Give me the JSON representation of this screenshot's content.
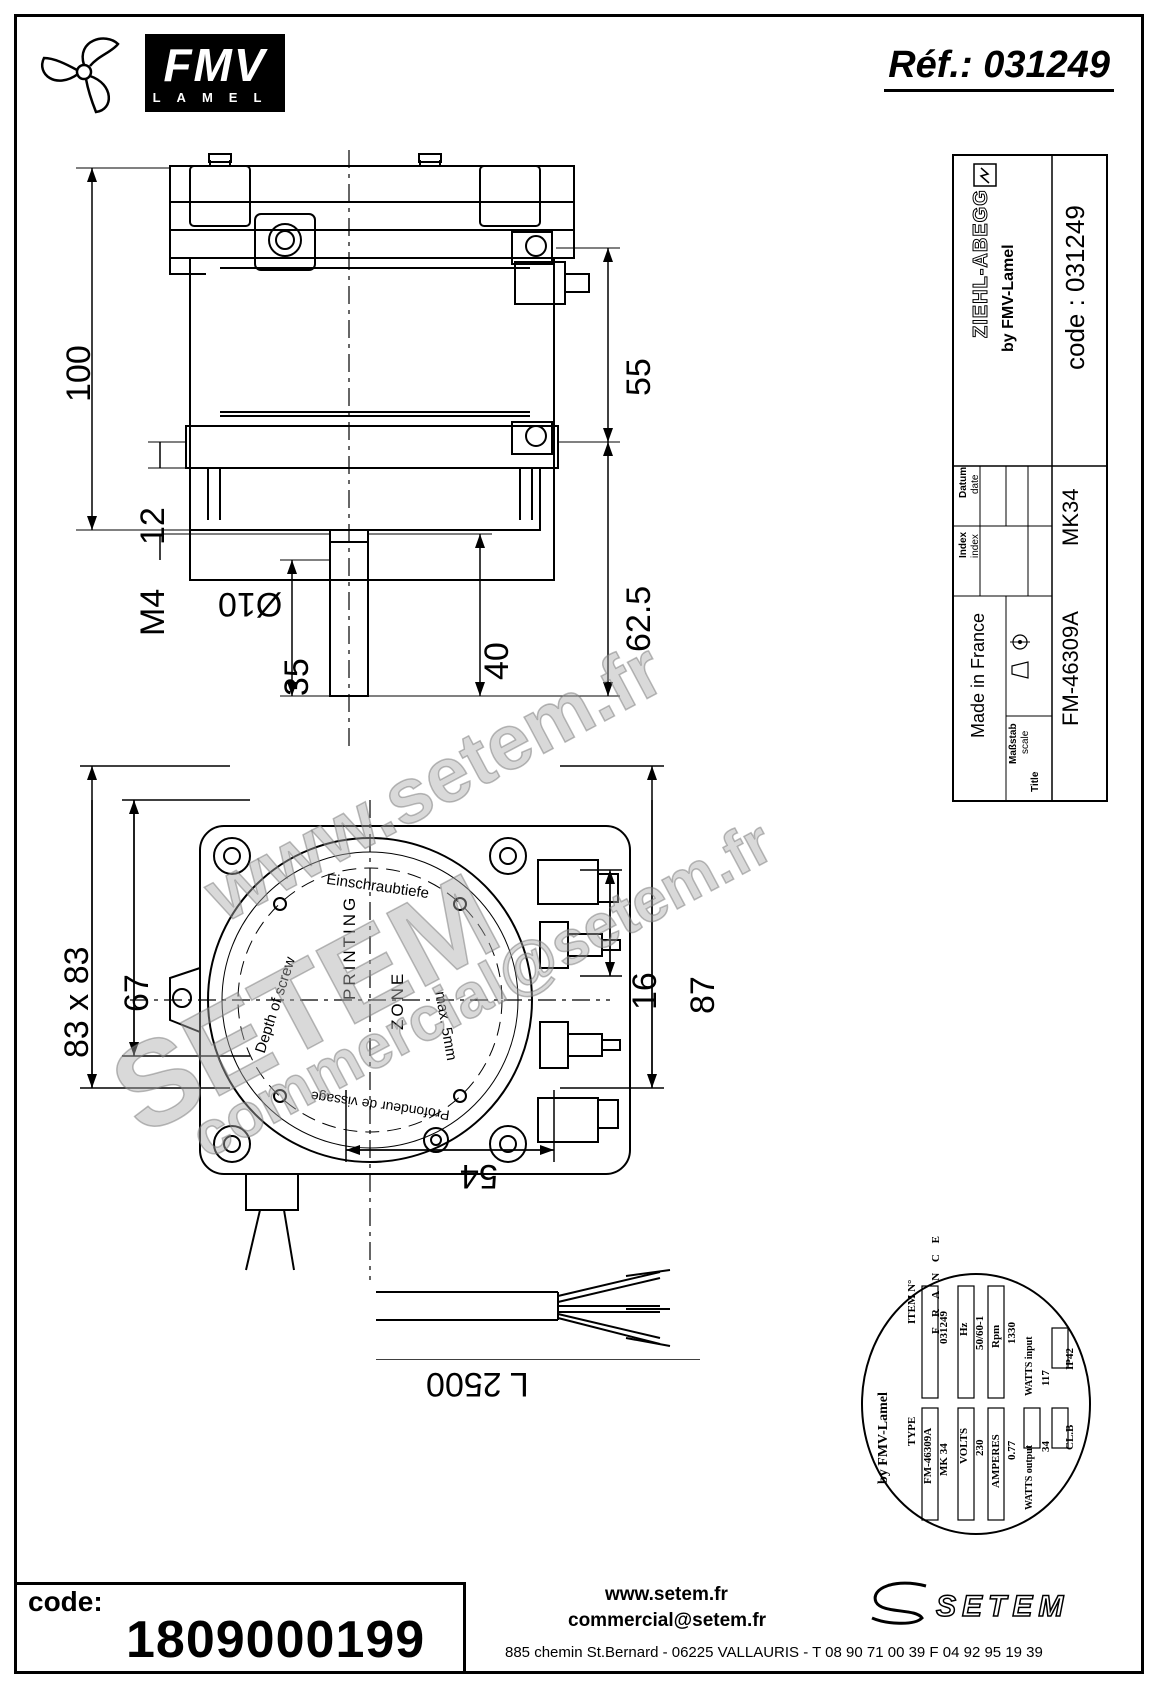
{
  "header": {
    "brand": "FMV",
    "brand_sub": "LAMEL",
    "reference": "Réf.: 031249"
  },
  "title_block": {
    "maker": "ZIEHL-ABEGG",
    "by": "by FMV-Lamel",
    "code": "code : 031249",
    "datum_label": "Datum",
    "datum_label_en": "date",
    "index_label": "Index",
    "index_label_en": "index",
    "made_in": "Made in France",
    "scale_label": "Maßstab",
    "scale_label_en": "scale",
    "title_label": "Title",
    "title_value": "FM-46309A",
    "model": "MK34"
  },
  "dimensions": {
    "side_view": [
      "100",
      "55",
      "12",
      "M4",
      "Ø10",
      "62.5",
      "35",
      "40"
    ],
    "front_view": [
      "83 x 83",
      "67",
      "16",
      "87",
      "54"
    ],
    "cable": "L 2500"
  },
  "front_plate_text": {
    "top": "Einschraubtiefe",
    "left": "Depth of screw",
    "center_1": "PRINTING",
    "center_2": "ZONE",
    "right": "max. 5mm",
    "bottom": "Profondeur de vissage"
  },
  "nameplate": {
    "by": "by FMV-Lamel",
    "country": "F R A N C E",
    "type_label": "TYPE",
    "type_value": "FM-46309A",
    "model": "MK 34",
    "item_label": "ITEM N°",
    "item_value": "031249",
    "volts_label": "VOLTS",
    "volts_value": "230",
    "hz_label": "Hz",
    "hz_value": "50/60-1",
    "amperes_label": "AMPERES",
    "amperes_value": "0.77",
    "rpm_label": "Rpm",
    "rpm_value": "1330",
    "watts_output_label": "WATTS output",
    "watts_output_value": "34",
    "watts_input_label": "WATTS input",
    "watts_input_value": "117",
    "class": "CL.B",
    "ip": "IP42"
  },
  "footer": {
    "code_label": "code:",
    "code_number": "1809000199",
    "website": "www.setem.fr",
    "email": "commercial@setem.fr",
    "address": "885 chemin St.Bernard  -  06225 VALLAURIS  -  T 08 90 71 00 39   F 04 92 95 19 39",
    "company": "SETEM"
  },
  "watermarks": [
    "www.setem.fr",
    "SETEM",
    "commercial@setem.fr"
  ]
}
